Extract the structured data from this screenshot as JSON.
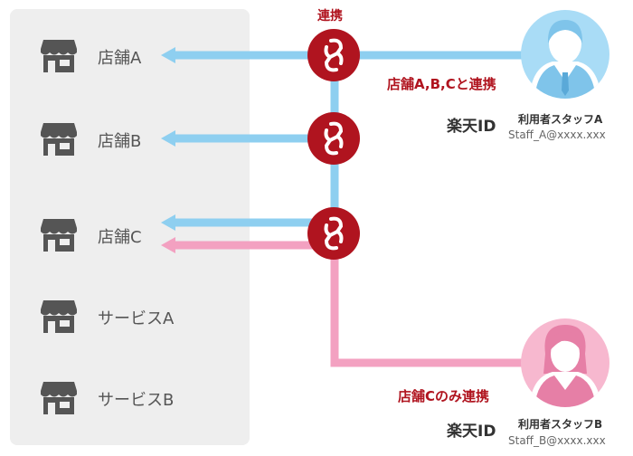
{
  "stores": [
    {
      "label": "店舗A",
      "icon": "storefront-icon"
    },
    {
      "label": "店舗B",
      "icon": "storefront-icon"
    },
    {
      "label": "店舗C",
      "icon": "storefront-icon"
    },
    {
      "label": "サービスA",
      "icon": "storefront-icon"
    },
    {
      "label": "サービスB",
      "icon": "storefront-icon"
    }
  ],
  "link_header": "連携",
  "users": [
    {
      "note": "店舗A,B,Cと連携",
      "id_label": "楽天ID",
      "name": "利用者スタッフA",
      "email": "Staff_A@xxxx.xxx",
      "gender_icon": "male-user-icon",
      "color": "#8ecff0"
    },
    {
      "note": "店舗Cのみ連携",
      "id_label": "楽天ID",
      "name": "利用者スタッフB",
      "email": "Staff_B@xxxx.xxx",
      "gender_icon": "female-user-icon",
      "color": "#f3a1c1"
    }
  ],
  "colors": {
    "panel": "#eeeeee",
    "link_node": "#b0141f",
    "blue_line": "#8ecff0",
    "pink_line": "#f3a1c1",
    "store_icon": "#555555"
  }
}
